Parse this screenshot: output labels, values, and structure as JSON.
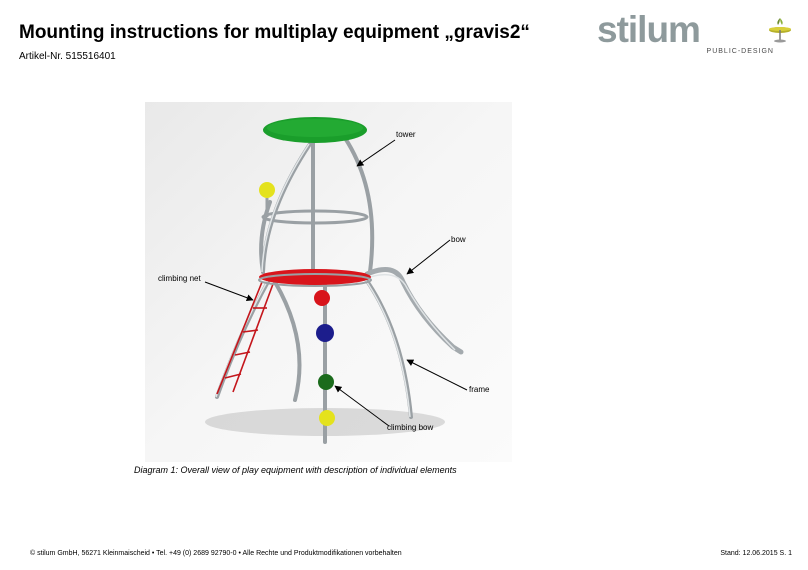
{
  "header": {
    "title": "Mounting instructions for multiplay equipment „gravis2“",
    "article": "Artikel-Nr. 515516401"
  },
  "logo": {
    "word": "stilum",
    "tagline": "PUBLIC-DESIGN",
    "icon": "playground-roundabout-icon",
    "color": "#8e9a9c"
  },
  "diagram": {
    "labels": {
      "tower": "tower",
      "bow": "bow",
      "climbing_net": "climbing net",
      "frame": "frame",
      "climbing_bow": "climbing bow"
    },
    "caption": "Diagram 1: Overall view of play equipment with description of individual elements",
    "colors": {
      "roof": "#1a9e2b",
      "platform": "#d8141b",
      "net": "#c4161c",
      "ball_red": "#d8141b",
      "ball_blue": "#1c1d8c",
      "ball_green": "#1b6b1c",
      "ball_yellow": "#e4e21d"
    }
  },
  "footer": {
    "left": "©  stilum GmbH, 56271 Kleinmaischeid  •  Tel. +49 (0) 2689 92790-0  •  Alle Rechte und Produktmodifikationen vorbehalten",
    "right": "Stand: 12.06.2015 S. 1"
  }
}
